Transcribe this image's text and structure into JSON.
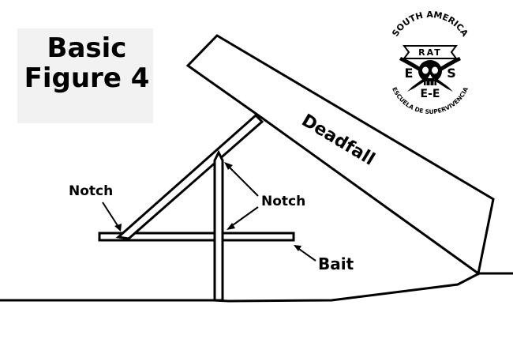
{
  "title": {
    "line1": "Basic",
    "line2": "Figure 4"
  },
  "labels": {
    "deadfall": "Deadfall",
    "notch_left": "Notch",
    "notch_right": "Notch",
    "bait": "Bait"
  },
  "logo": {
    "top_text": "SOUTH AMERICA",
    "banner_text": "RAT",
    "left_letter": "E",
    "right_letter": "S",
    "bottom_mark": "E-E",
    "bottom_text": "ESCUELA DE SUPERVIVENCIA"
  },
  "colors": {
    "ink": "#000000",
    "paper": "#ffffff",
    "title_shadow": "#f2f2f2"
  }
}
